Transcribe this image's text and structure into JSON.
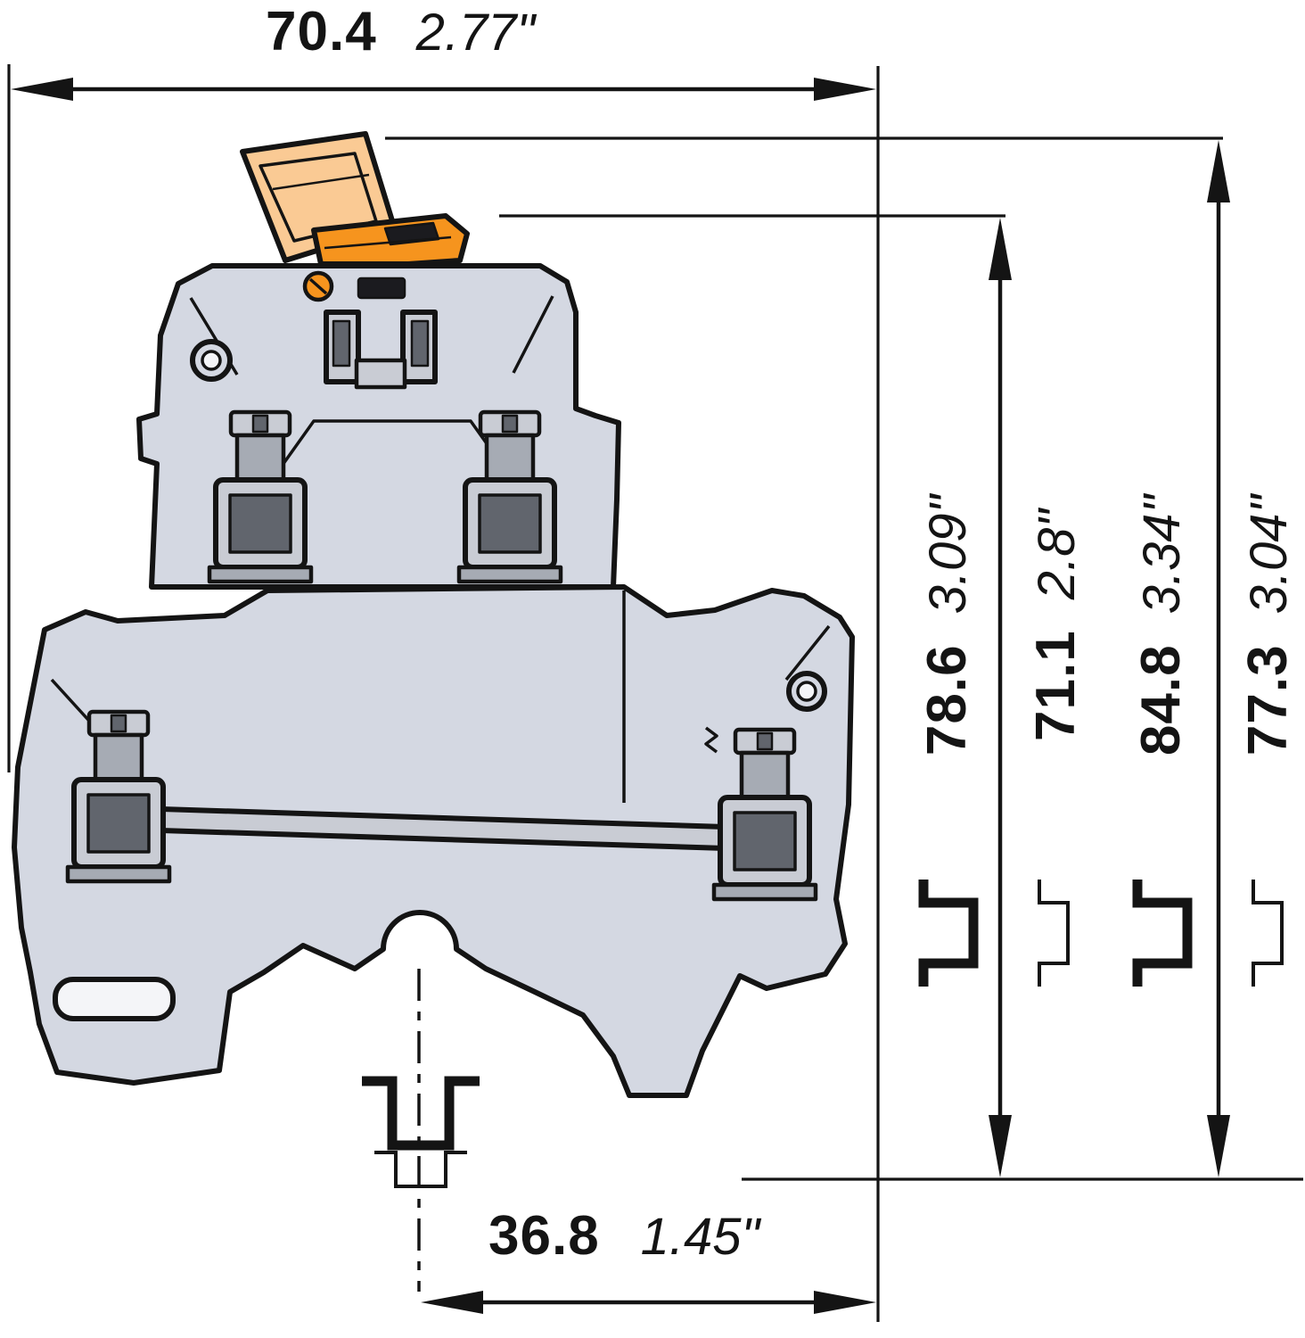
{
  "drawing": {
    "colors": {
      "outline": "#141414",
      "body": "#d4d8e2",
      "metal_light": "#c9ccd4",
      "metal_mid": "#a6abb4",
      "metal_dark": "#61656d",
      "orange": "#f6941e",
      "orange_light": "#f9c488",
      "hole": "#f4f5f8"
    },
    "dimensions": {
      "top_width": {
        "metric": "70.4",
        "inches": "2.77\""
      },
      "heights": [
        {
          "metric": "78.6",
          "inches": "3.09\"",
          "rail_symbol": "thick"
        },
        {
          "metric": "71.1",
          "inches": "2.8\"",
          "rail_symbol": "thin"
        },
        {
          "metric": "84.8",
          "inches": "3.34\"",
          "rail_symbol": "thick"
        },
        {
          "metric": "77.3",
          "inches": "3.04\"",
          "rail_symbol": "thin"
        }
      ],
      "bottom_width": {
        "metric": "36.8",
        "inches": "1.45\""
      }
    }
  }
}
